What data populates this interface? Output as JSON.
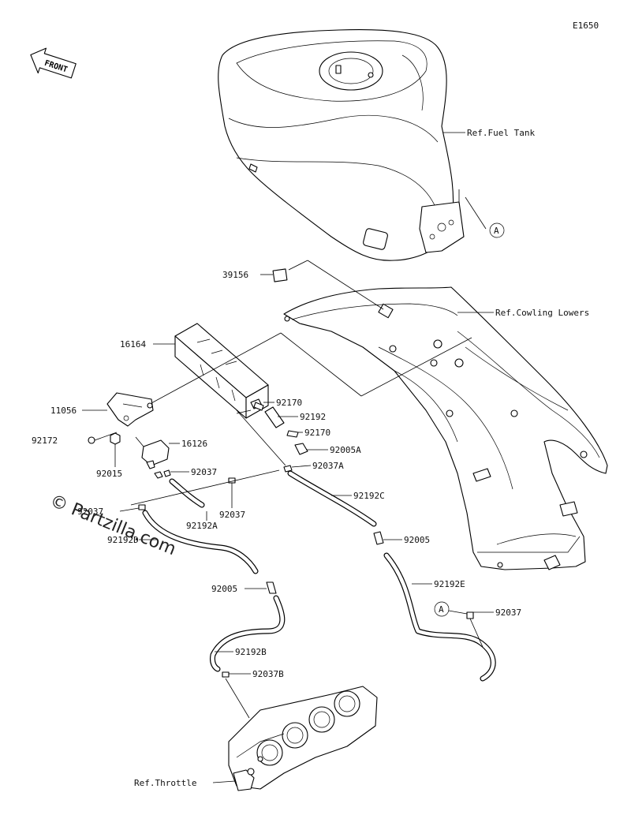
{
  "diagram_code": "E1650",
  "front_marker": "FRONT",
  "watermark": "© Partzilla.com",
  "callout_ref": "A",
  "labels": {
    "ref_fuel_tank": "Ref.Fuel Tank",
    "ref_cowling_lowers": "Ref.Cowling Lowers",
    "ref_throttle": "Ref.Throttle",
    "p39156": "39156",
    "p16164": "16164",
    "p11056": "11056",
    "p92172": "92172",
    "p92015": "92015",
    "p16126": "16126",
    "p92170a": "92170",
    "p92192": "92192",
    "p92170b": "92170",
    "p92005A": "92005A",
    "p92037A": "92037A",
    "p92037a": "92037",
    "p92037b": "92037",
    "p92192A": "92192A",
    "p92192C": "92192C",
    "p92037c": "92037",
    "p92192D": "92192D",
    "p92005a": "92005",
    "p92005b": "92005",
    "p92192E": "92192E",
    "p92037d": "92037",
    "p92192B": "92192B",
    "p92037B": "92037B"
  }
}
